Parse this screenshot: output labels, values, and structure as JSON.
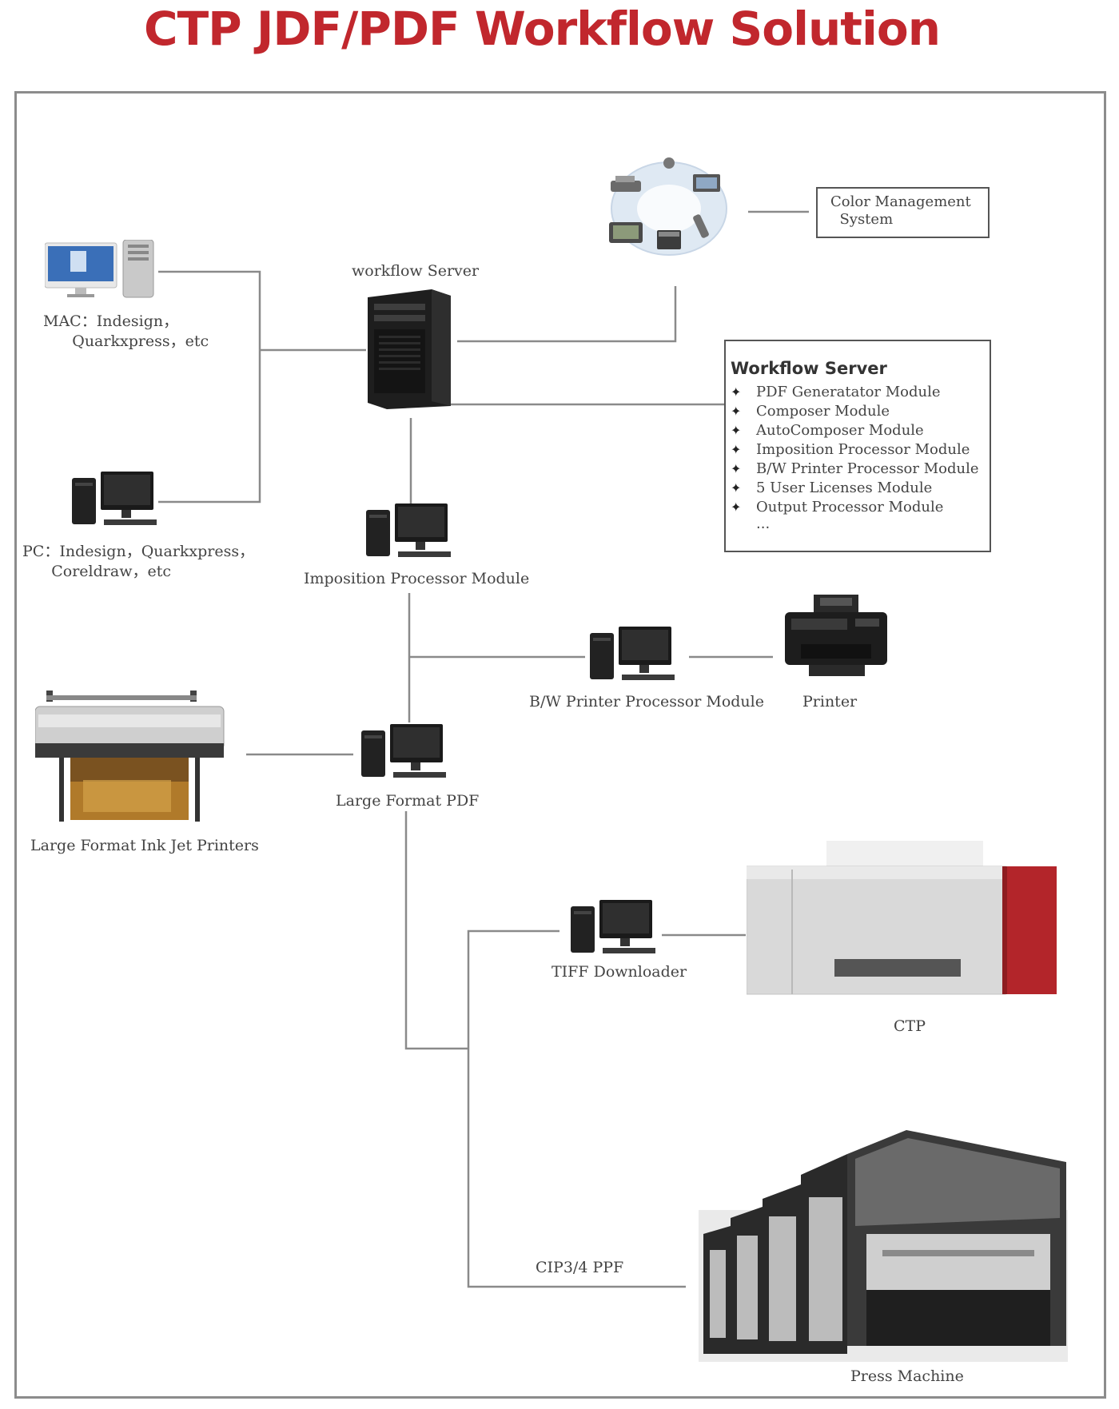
{
  "title": "CTP JDF/PDF Workflow Solution",
  "nodes": {
    "mac": "MAC：Indesign，\n      Quarkxpress，etc",
    "pc": "PC：Indesign，Quarkxpress，\n      Coreldraw，etc",
    "workflow_server": "workflow Server",
    "color_management": "Color Management\n  System",
    "imposition": "Imposition Processor Module",
    "bw_printer_module": "B/W Printer Processor Module",
    "printer": "Printer",
    "large_format_pdf": "Large Format PDF",
    "large_format_printers": "Large Format Ink Jet Printers",
    "tiff_downloader": "TIFF Downloader",
    "ctp": "CTP",
    "cip": "CIP3/4 PPF",
    "press_machine": "Press Machine"
  },
  "workflow_box": {
    "title": "Workflow Server",
    "bullet": "✦",
    "items": [
      "PDF Generatator Module",
      "Composer Module",
      "AutoComposer Module",
      "Imposition Processor Module",
      "B/W Printer Processor Module",
      "5 User Licenses Module",
      "Output Processor Module"
    ],
    "more": "..."
  },
  "colors": {
    "title": "#c1272d",
    "line": "#8a8a8a",
    "ctp_accent": "#b3252a"
  }
}
